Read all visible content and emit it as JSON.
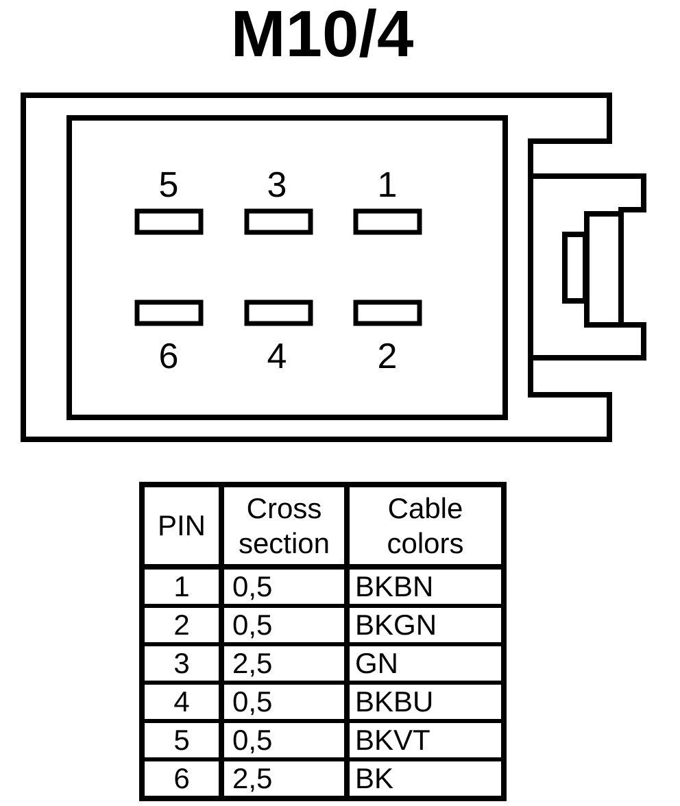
{
  "title": "M10/4",
  "connector": {
    "top_row_labels": [
      "5",
      "3",
      "1"
    ],
    "bottom_row_labels": [
      "6",
      "4",
      "2"
    ]
  },
  "table": {
    "headers": {
      "pin": "PIN",
      "cross_line1": "Cross",
      "cross_line2": "section",
      "cable_line1": "Cable",
      "cable_line2": "colors"
    },
    "rows": [
      {
        "pin": "1",
        "cross_section": "0,5",
        "cable_colors": "BKBN"
      },
      {
        "pin": "2",
        "cross_section": "0,5",
        "cable_colors": "BKGN"
      },
      {
        "pin": "3",
        "cross_section": "2,5",
        "cable_colors": "GN"
      },
      {
        "pin": "4",
        "cross_section": "0,5",
        "cable_colors": "BKBU"
      },
      {
        "pin": "5",
        "cross_section": "0,5",
        "cable_colors": "BKVT"
      },
      {
        "pin": "6",
        "cross_section": "2,5",
        "cable_colors": "BK"
      }
    ]
  },
  "colors": {
    "line": "#000000",
    "background": "#ffffff"
  }
}
